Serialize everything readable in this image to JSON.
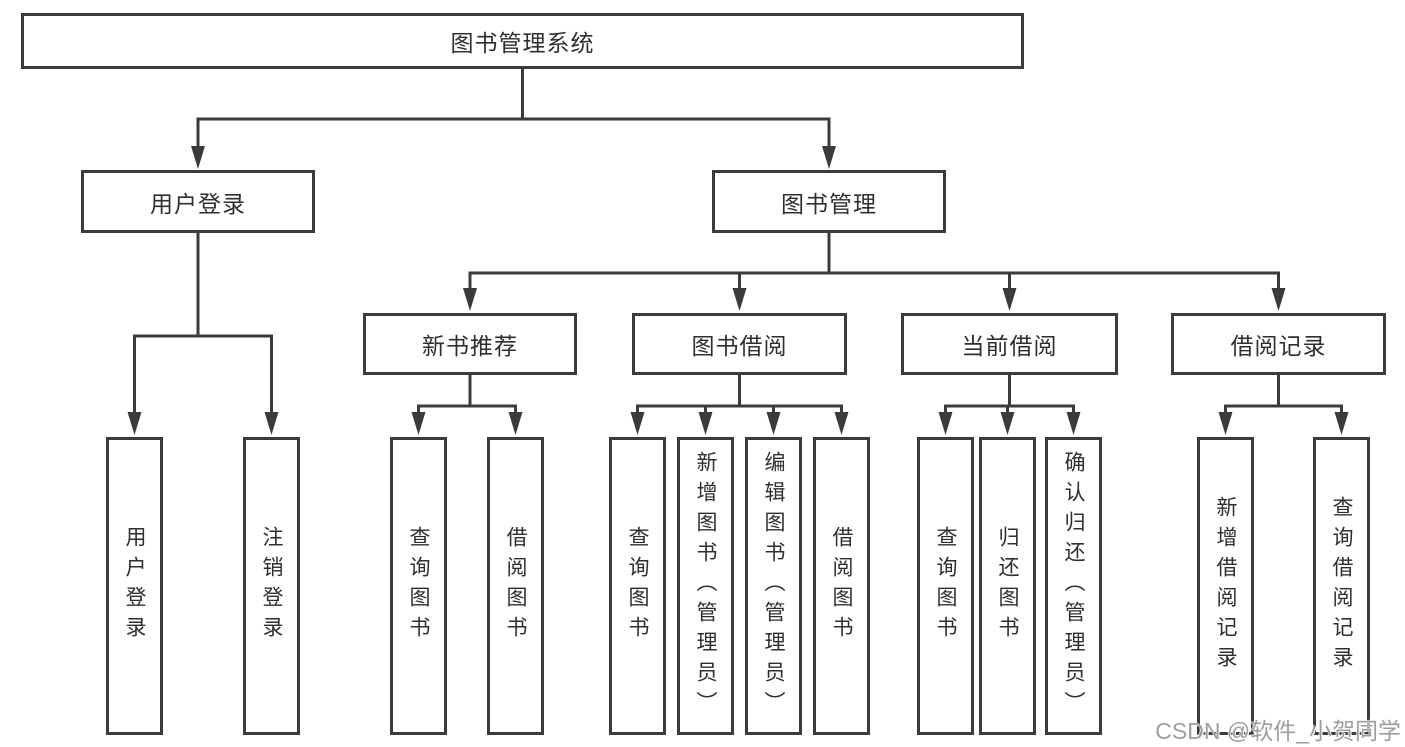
{
  "tree": {
    "label": "图书管理系统",
    "children": [
      {
        "label": "用户登录",
        "children": [
          {
            "label": "用户登录"
          },
          {
            "label": "注销登录"
          }
        ]
      },
      {
        "label": "图书管理",
        "children": [
          {
            "label": "新书推荐",
            "children": [
              {
                "label": "查询图书"
              },
              {
                "label": "借阅图书"
              }
            ]
          },
          {
            "label": "图书借阅",
            "children": [
              {
                "label": "查询图书"
              },
              {
                "label": "新增图书（管理员）"
              },
              {
                "label": "编辑图书（管理员）"
              },
              {
                "label": "借阅图书"
              }
            ]
          },
          {
            "label": "当前借阅",
            "children": [
              {
                "label": "查询图书"
              },
              {
                "label": "归还图书"
              },
              {
                "label": "确认归还（管理员）"
              }
            ]
          },
          {
            "label": "借阅记录",
            "children": [
              {
                "label": "新增借阅记录"
              },
              {
                "label": "查询借阅记录"
              }
            ]
          }
        ]
      }
    ]
  },
  "watermark": {
    "text": "CSDN @软件_小贺同学"
  },
  "colors": {
    "line": "#3b3b3b",
    "text": "#2f2f2f",
    "watermark": "#9e9e9e",
    "background": "#ffffff"
  }
}
